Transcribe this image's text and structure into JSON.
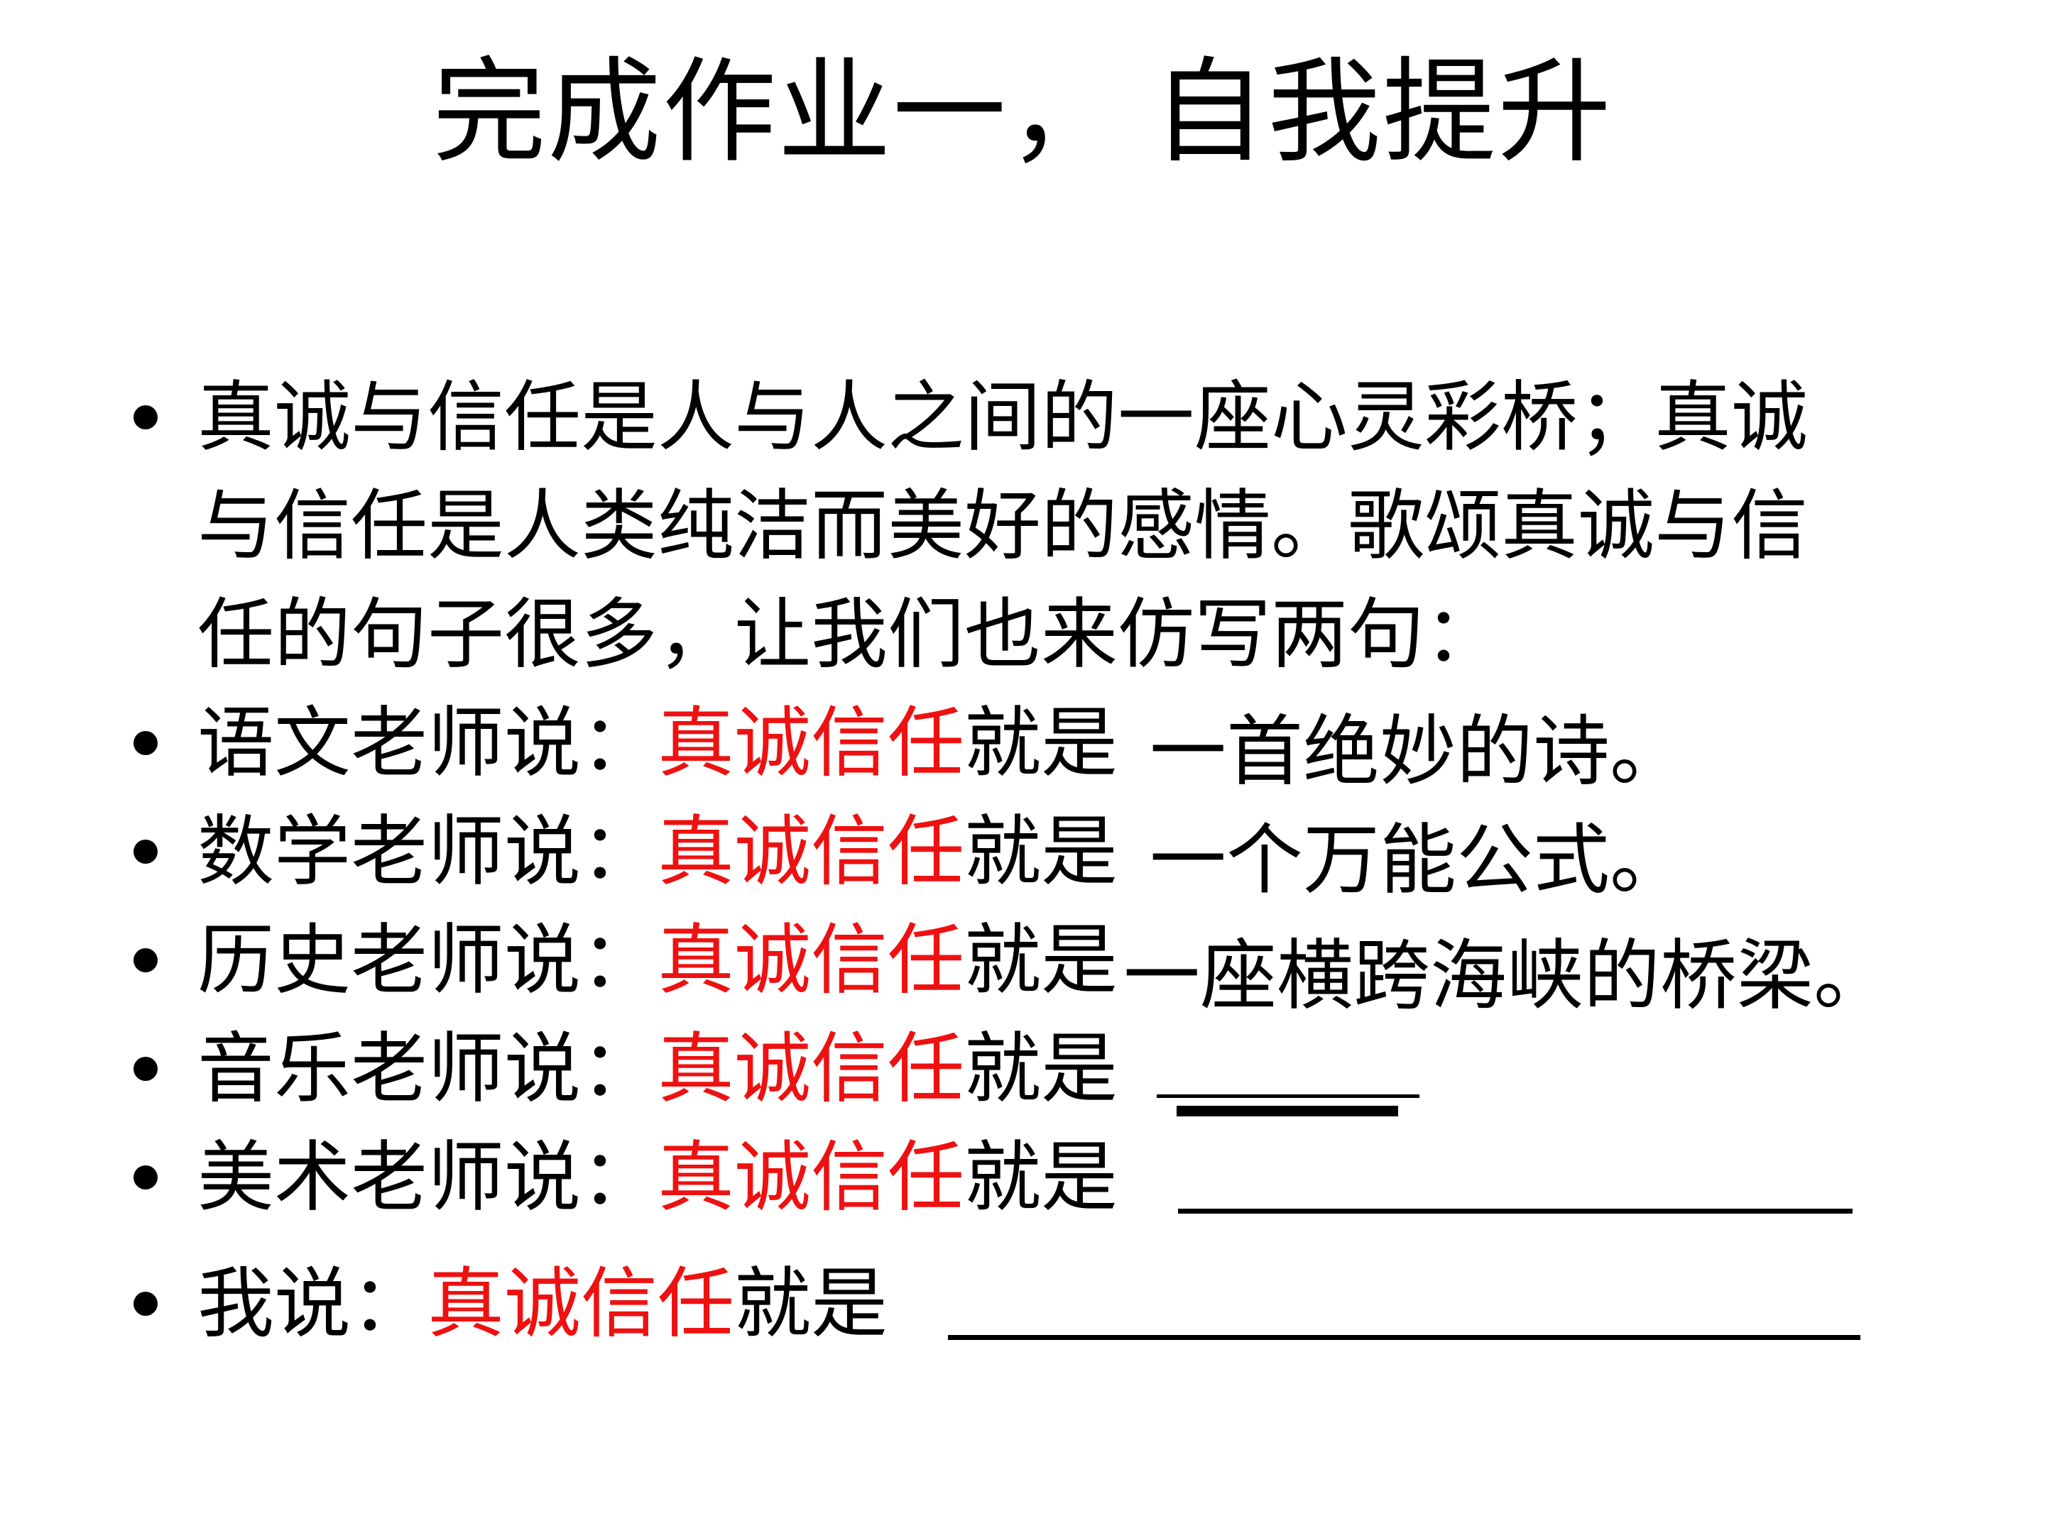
{
  "slide": {
    "title": "完成作业一， 自我提升",
    "accent_color": "#ee1111",
    "text_color": "#000000",
    "background_color": "#ffffff",
    "intro": {
      "lines": [
        "真诚与信任是人与人之间的一座心灵彩桥；真诚",
        "与信任是人类纯洁而美好的感情。歌颂真诚与信",
        "任的句子很多，让我们也来仿写两句："
      ]
    },
    "rows": [
      {
        "prefix": "语文老师说：",
        "highlight": "真诚信任",
        "suffix": "就是",
        "answer": "一首绝妙的诗。",
        "blank": "none"
      },
      {
        "prefix": "数学老师说：",
        "highlight": "真诚信任",
        "suffix": "就是",
        "answer": "一个万能公式。",
        "blank": "none"
      },
      {
        "prefix": "历史老师说：",
        "highlight": "真诚信任",
        "suffix": "就是",
        "answer": "一座横跨海峡的桥梁。",
        "blank": "none"
      },
      {
        "prefix": "音乐老师说：",
        "highlight": "真诚信任",
        "suffix": "就是",
        "answer": "",
        "blank": "double"
      },
      {
        "prefix": "美术老师说：",
        "highlight": "真诚信任",
        "suffix": "就是",
        "answer": "",
        "blank": "single"
      },
      {
        "prefix": "我说：",
        "highlight": "真诚信任",
        "suffix": "就是",
        "answer": "",
        "blank": "single"
      }
    ]
  }
}
